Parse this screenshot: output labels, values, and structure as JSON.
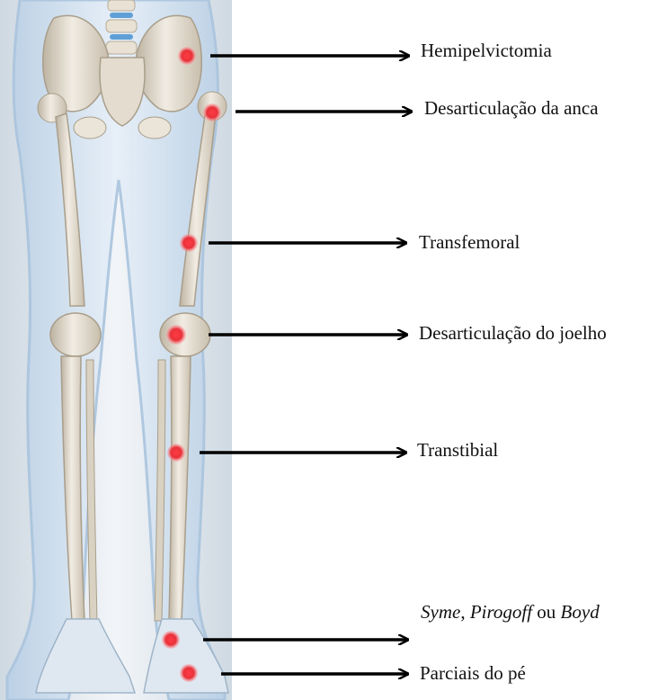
{
  "labels": {
    "hemipelvictomia": "Hemipelvictomia",
    "desarticulacao_anca": "Desarticulação da anca",
    "transfemoral": "Transfemoral",
    "desarticulacao_joelho": "Desarticulação do joelho",
    "transtibial": "Transtibial",
    "syme_line": {
      "syme": "Syme",
      "sep1": ", ",
      "pirogoff": "Pirogoff",
      "ou": " ou ",
      "boyd": "Boyd"
    },
    "parciais_pe": "Parciais do pé"
  },
  "colors": {
    "marker": "#e8323a",
    "marker_glow": "#ff9aa0",
    "arrow": "#000000",
    "bone": "#e9e2d6",
    "bone_shade": "#c9bfae",
    "body_outline": "#a9c4de",
    "body_fill": "#dde9f5",
    "spine_blue": "#5f9fd6"
  }
}
